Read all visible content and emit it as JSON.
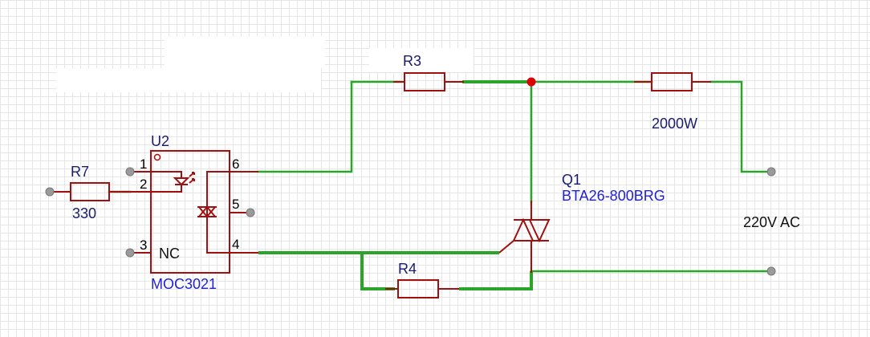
{
  "components": {
    "u2": {
      "ref": "U2",
      "value": "MOC3021",
      "pins": [
        "1",
        "2",
        "3",
        "4",
        "5",
        "6"
      ],
      "nc_label": "NC"
    },
    "r7": {
      "ref": "R7",
      "value": "330"
    },
    "r3": {
      "ref": "R3"
    },
    "r4": {
      "ref": "R4"
    },
    "load": {
      "value": "2000W"
    },
    "q1": {
      "ref": "Q1",
      "value": "BTA26-800BRG"
    }
  },
  "supply": {
    "label": "220V AC"
  },
  "colors": {
    "wire": "#2aa52a",
    "component": "#a01010",
    "junction": "#dd0000",
    "value_text": "#1f1fd6",
    "ref_text": "#1a1a6e"
  }
}
